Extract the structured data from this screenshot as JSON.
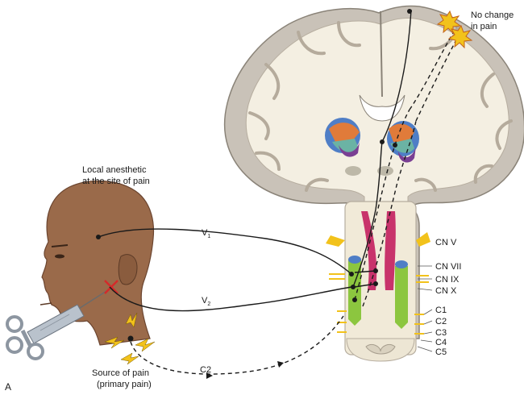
{
  "figure": {
    "panel_letter": "A",
    "labels": {
      "no_change_line1": "No change",
      "no_change_line2": "in pain",
      "anesthetic_line1": "Local anesthetic",
      "anesthetic_line2": "at the site of pain",
      "source_line1": "Source of pain",
      "source_line2": "(primary pain)",
      "v1_main": "V",
      "v1_sub": "1",
      "v2_main": "V",
      "v2_sub": "2",
      "c2_path": "C2"
    },
    "cranial_nerves": [
      "CN V",
      "CN VII",
      "CN IX",
      "CN X"
    ],
    "spinal_levels": [
      "C1",
      "C2",
      "C3",
      "C4",
      "C5"
    ]
  },
  "colors": {
    "brain_cortex": "#c9c2b8",
    "brain_white": "#f4efe2",
    "outline": "#8a8378",
    "tract_red": "#c8336b",
    "nucleus_green": "#8cc63f",
    "nucleus_blue": "#4f7ec6",
    "nerve_yellow": "#f2c21b",
    "skin": "#9a6a4a",
    "syringe": "#b9c2cc",
    "marker_red": "#d42a2a"
  }
}
